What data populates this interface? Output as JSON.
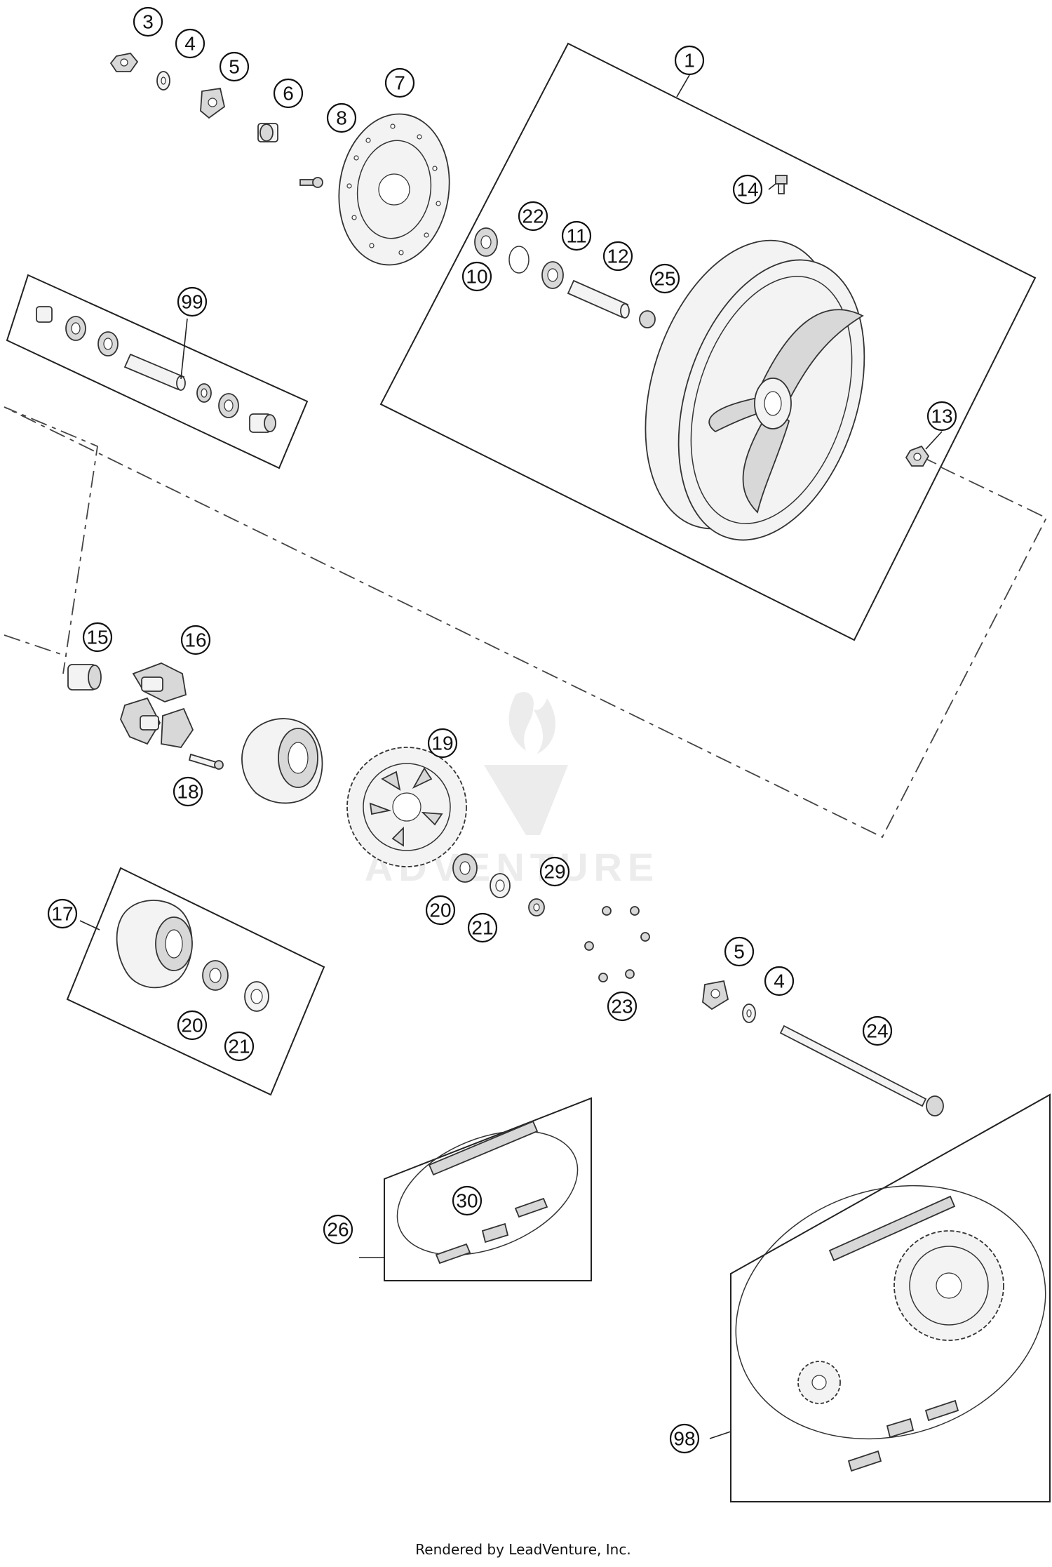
{
  "diagram": {
    "credit": "Rendered by LeadVenture, Inc.",
    "watermark": "ADVENTURE",
    "callouts": {
      "c1": "1",
      "c3": "3",
      "c4a": "4",
      "c5a": "5",
      "c6": "6",
      "c7": "7",
      "c8": "8",
      "c10": "10",
      "c11": "11",
      "c12": "12",
      "c13": "13",
      "c14": "14",
      "c15": "15",
      "c16": "16",
      "c17": "17",
      "c18": "18",
      "c19": "19",
      "c20a": "20",
      "c21a": "21",
      "c20b": "20",
      "c21b": "21",
      "c22": "22",
      "c23": "23",
      "c24": "24",
      "c25": "25",
      "c26": "26",
      "c29": "29",
      "c30": "30",
      "c5b": "5",
      "c4b": "4",
      "c98": "98",
      "c99": "99"
    }
  }
}
